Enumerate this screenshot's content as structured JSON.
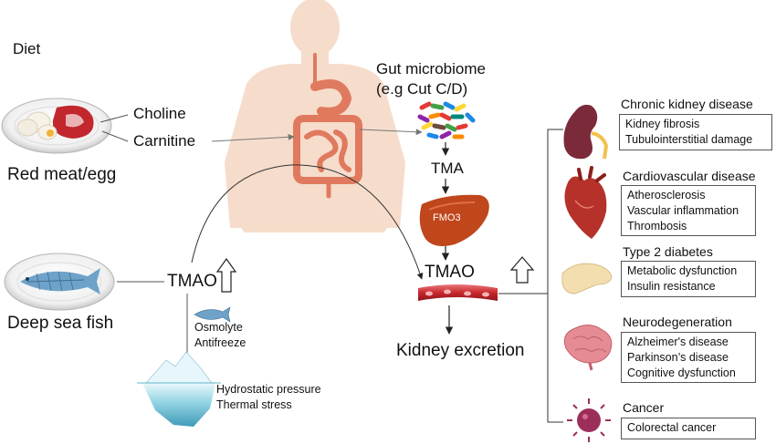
{
  "diet": "Diet",
  "choline": "Choline",
  "carnitine": "Carnitine",
  "red_meat_egg": "Red meat/egg",
  "deep_sea_fish": "Deep sea fish",
  "tmao_left": "TMAO",
  "osmolyte": "Osmolyte",
  "antifreeze": "Antifreeze",
  "hydrostatic_pressure": "Hydrostatic pressure",
  "thermal_stress": "Thermal stress",
  "gut_microbiome_line1": "Gut microbiome",
  "gut_microbiome_line2": "(e.g Cut C/D)",
  "tma": "TMA",
  "fmo3": "FMO3",
  "tmao_center": "TMAO",
  "kidney_excretion": "Kidney excretion",
  "diseases": [
    {
      "title": "Chronic kidney disease",
      "items": [
        "Kidney fibrosis",
        "Tubulointerstitial damage"
      ]
    },
    {
      "title": "Cardiovascular disease",
      "items": [
        "Atherosclerosis",
        "Vascular inflammation",
        "Thrombosis"
      ]
    },
    {
      "title": "Type 2 diabetes",
      "items": [
        "Metabolic dysfunction",
        "Insulin resistance"
      ]
    },
    {
      "title": "Neurodegeneration",
      "items": [
        "Alzheimer's disease",
        "Parkinson’s disease",
        "Cognitive dysfunction"
      ]
    },
    {
      "title": "Cancer",
      "items": [
        "Colorectal cancer"
      ]
    }
  ],
  "colors": {
    "body": "#f6dccb",
    "gut": "#e07a5f",
    "liver": "#c0461c",
    "vessel": "#c8282d",
    "kidney": "#7b2a3a",
    "heart": "#b5312a",
    "pancreas": "#f3deb0",
    "brain": "#e58b93",
    "cancer_cell": "#9c2f5a",
    "iceberg": "#86cfe0",
    "fish": "#6fa2c8"
  }
}
